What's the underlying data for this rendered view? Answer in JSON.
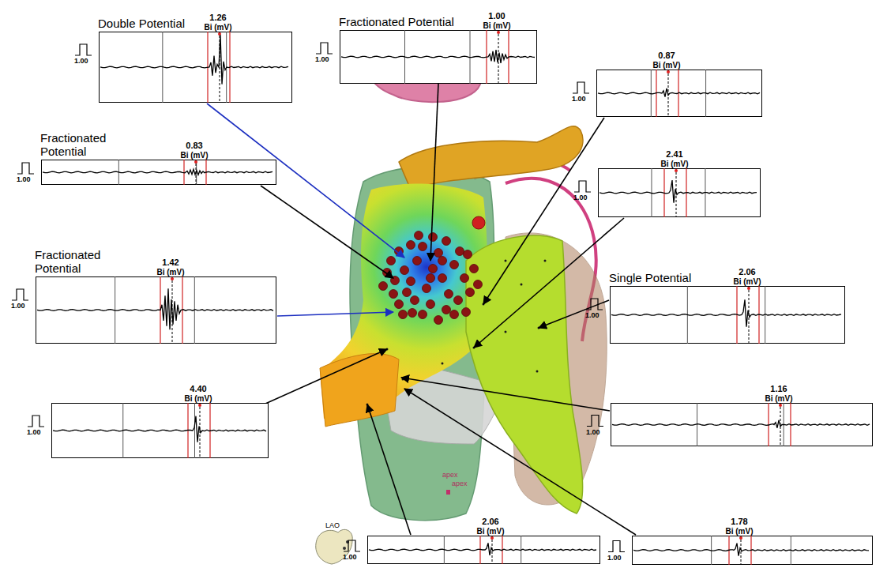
{
  "diagram": {
    "nodes": [
      {
        "text": [
          "Double Potential",
          "1.26",
          "Bi (mV)",
          "1.00"
        ]
      },
      {
        "text": [
          "Fractionated Potential",
          "1.00",
          "Bi (mV)",
          "1.00"
        ]
      },
      {
        "text": [
          "0.87",
          "Bi (mV)",
          "1.00"
        ]
      },
      {
        "text": [
          "Fractionated Potential",
          "0.83",
          "Bi (mV)",
          "1.00"
        ]
      },
      {
        "text": [
          "2.41",
          "Bi (mV)",
          "1.00"
        ]
      },
      {
        "text": [
          "Fractionated Potential",
          "1.42",
          "Bi (mV)",
          "1.00"
        ]
      },
      {
        "text": [
          "Single Potential",
          "2.06",
          "Bi (mV)",
          "1.00"
        ]
      },
      {
        "text": [
          "4.40",
          "Bi (mV)",
          "1.00"
        ]
      },
      {
        "text": [
          "1.16",
          "Bi (mV)",
          "1.00"
        ]
      },
      {
        "text": [
          "2.06",
          "Bi (mV)",
          "1.00"
        ]
      },
      {
        "text": [
          "1.78",
          "Bi (mV)",
          "1.00"
        ]
      }
    ],
    "labels": [
      "LAO",
      "apex",
      "apex"
    ]
  }
}
